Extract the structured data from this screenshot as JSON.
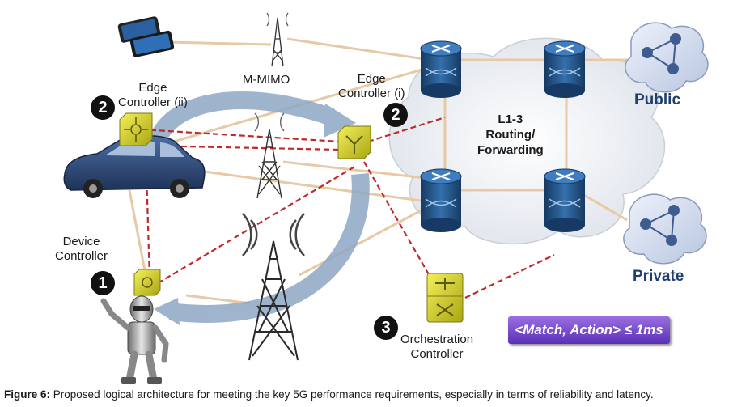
{
  "labels": {
    "mmimo": "M-MIMO",
    "edge_ii": [
      "Edge",
      "Controller (ii)"
    ],
    "edge_i": [
      "Edge",
      "Controller (i)"
    ],
    "device": [
      "Device",
      "Controller"
    ],
    "orchestration": [
      "Orchestration",
      "Controller"
    ],
    "cloud": [
      "L1-3",
      "Routing/",
      "Forwarding"
    ],
    "public": "Public",
    "private": "Private"
  },
  "markers": {
    "one": "1",
    "two_left": "2",
    "two_right": "2",
    "three": "3"
  },
  "latency_box": "<Match, Action> ≤ 1ms",
  "caption": {
    "prefix": "Figure 6:",
    "text": "Proposed logical architecture for meeting the key 5G performance requirements, especially in terms of reliability and latency."
  },
  "colors": {
    "dashed_link": "#c0282b",
    "physical_link": "#e8c9a6",
    "cycle_arrow": "#8ea7c4",
    "router": "#1f4a7a",
    "controller": "#d8d62a",
    "car": "#2f4a7a",
    "cloud": "#eef0f4"
  }
}
